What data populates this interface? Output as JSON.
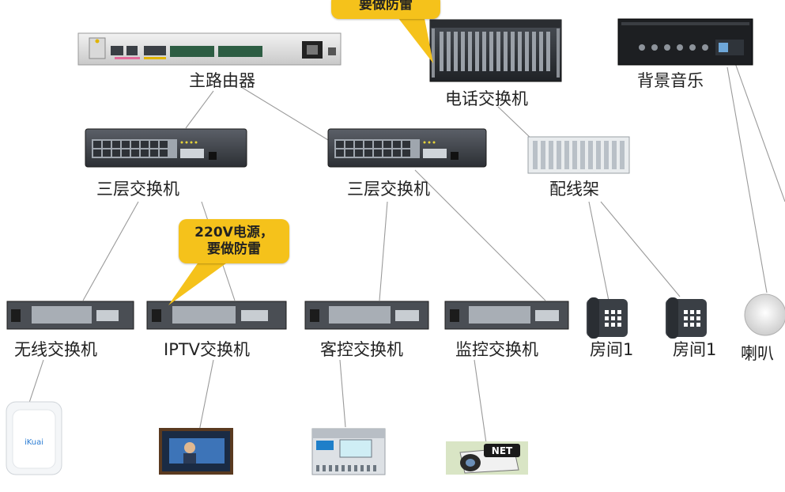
{
  "devices": {
    "main_router": "主路由器",
    "phone_switch": "电话交换机",
    "bg_music": "背景音乐",
    "l3_switch_left": "三层交换机",
    "l3_switch_right": "三层交换机",
    "patch_panel": "配线架",
    "wireless_switch": "无线交换机",
    "iptv_switch": "IPTV交换机",
    "guest_switch": "客控交换机",
    "monitor_switch": "监控交换机",
    "room_phone_1": "房间1",
    "room_phone_2": "房间1",
    "speaker": "喇叭"
  },
  "callouts": {
    "top": {
      "line2": "要做防雷"
    },
    "mid": {
      "line1": "220V电源，",
      "line2": "要做防雷"
    }
  },
  "ap_brand": "iKuai",
  "camera_badge": "NET",
  "colors": {
    "callout": "#f5c21b",
    "line": "#9a9a9a"
  }
}
